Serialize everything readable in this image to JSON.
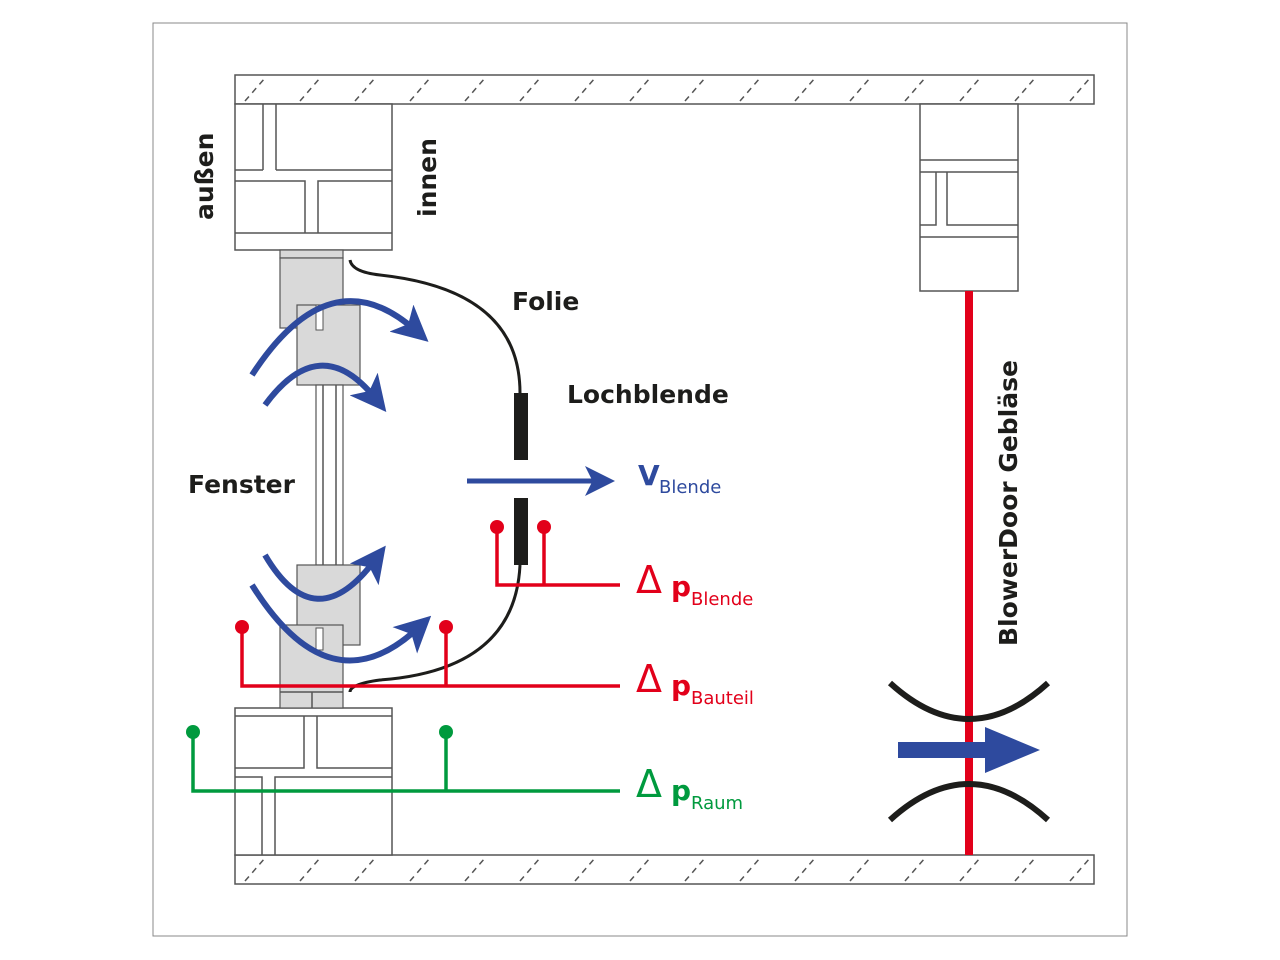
{
  "labels": {
    "outside": "außen",
    "inside": "innen",
    "foil": "Folie",
    "orifice": "Lochblende",
    "window": "Fenster",
    "blower": "BlowerDoor Gebläse"
  },
  "measurements": {
    "flow": {
      "symbol": "V",
      "subscript": "Blende",
      "color": "#2e4a9e"
    },
    "dp_orifice": {
      "delta": "Δ",
      "symbol": "p",
      "subscript": "Blende",
      "color": "#e2001a"
    },
    "dp_component": {
      "delta": "Δ",
      "symbol": "p",
      "subscript": "Bauteil",
      "color": "#e2001a"
    },
    "dp_room": {
      "delta": "Δ",
      "symbol": "p",
      "subscript": "Raum",
      "color": "#009a3e"
    }
  },
  "colors": {
    "airflow": "#2e4a9e",
    "pressure_red": "#e2001a",
    "pressure_green": "#009a3e",
    "foil": "#1d1d1b"
  }
}
